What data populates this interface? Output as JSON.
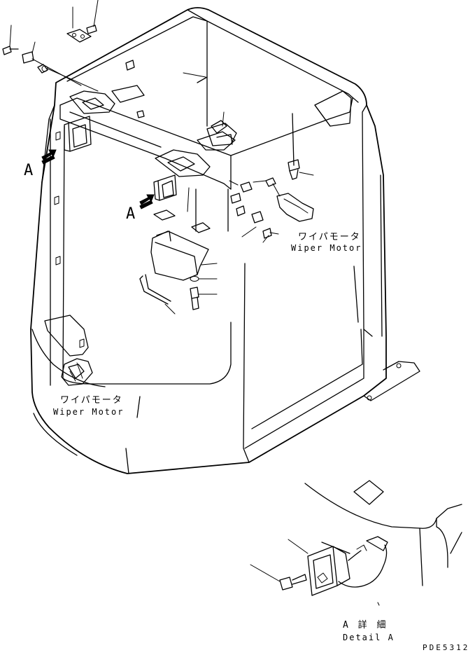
{
  "labels": {
    "view_marker_a_upper": "A",
    "view_marker_a_lower": "A",
    "wiper_motor_right_jp": "ワイパモータ",
    "wiper_motor_right_en": "Wiper Motor",
    "wiper_motor_left_jp": "ワイパモータ",
    "wiper_motor_left_en": "Wiper Motor",
    "detail_title_jp": "A 詳 細",
    "detail_title_en": "Detail A",
    "drawing_number": "PDE5312"
  }
}
